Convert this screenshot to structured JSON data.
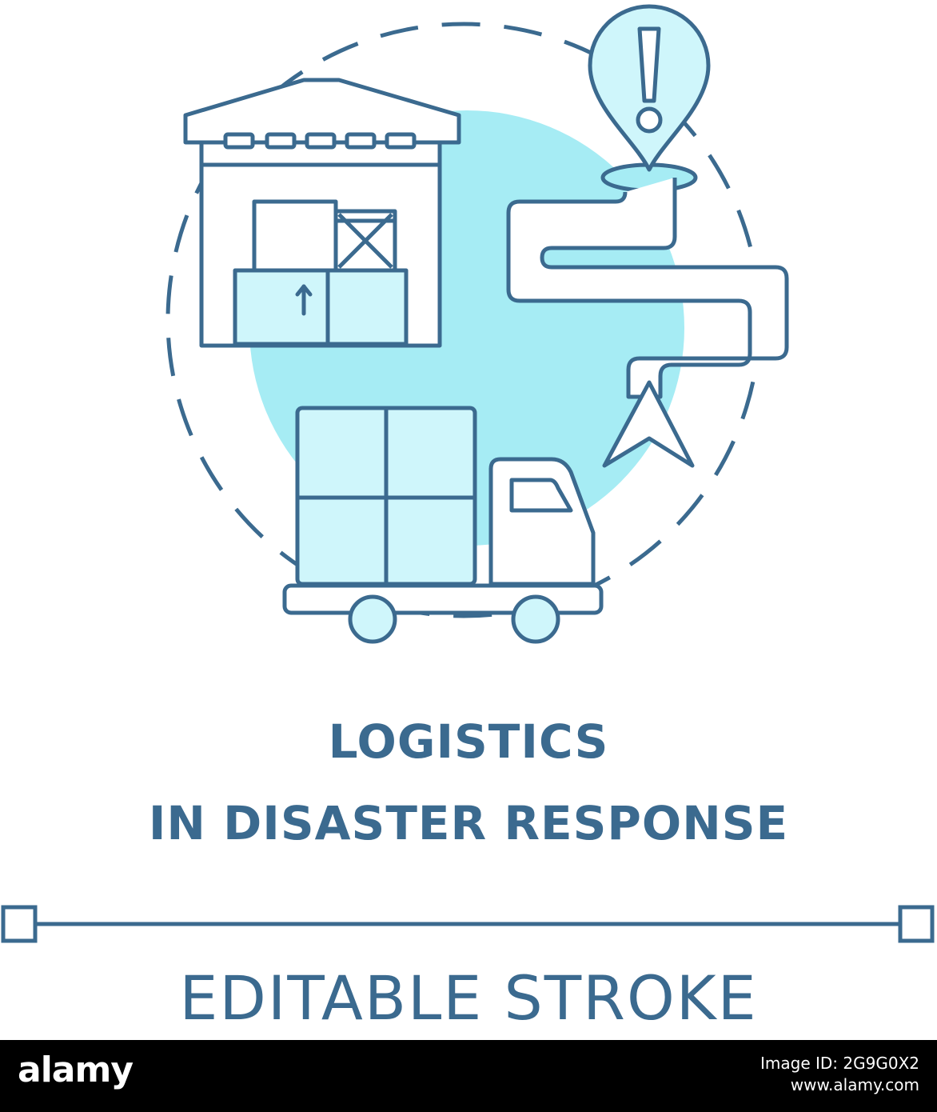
{
  "colors": {
    "stroke": "#3b6a8f",
    "fill_light": "#cff6fb",
    "fill_accent": "#a6ecf4",
    "background": "#ffffff",
    "footer": "#000000"
  },
  "illustration": {
    "icons": [
      "warehouse-icon",
      "boxes-icon",
      "location-pin-alert-icon",
      "route-path-icon",
      "navigation-arrow-icon",
      "delivery-truck-icon"
    ]
  },
  "title": {
    "line1": "LOGISTICS",
    "line2": "IN DISASTER RESPONSE"
  },
  "caption": "EDITABLE STROKE",
  "footer": {
    "logo": "alamy",
    "image_id": "Image ID: 2G9G0X2",
    "site": "www.alamy.com"
  }
}
